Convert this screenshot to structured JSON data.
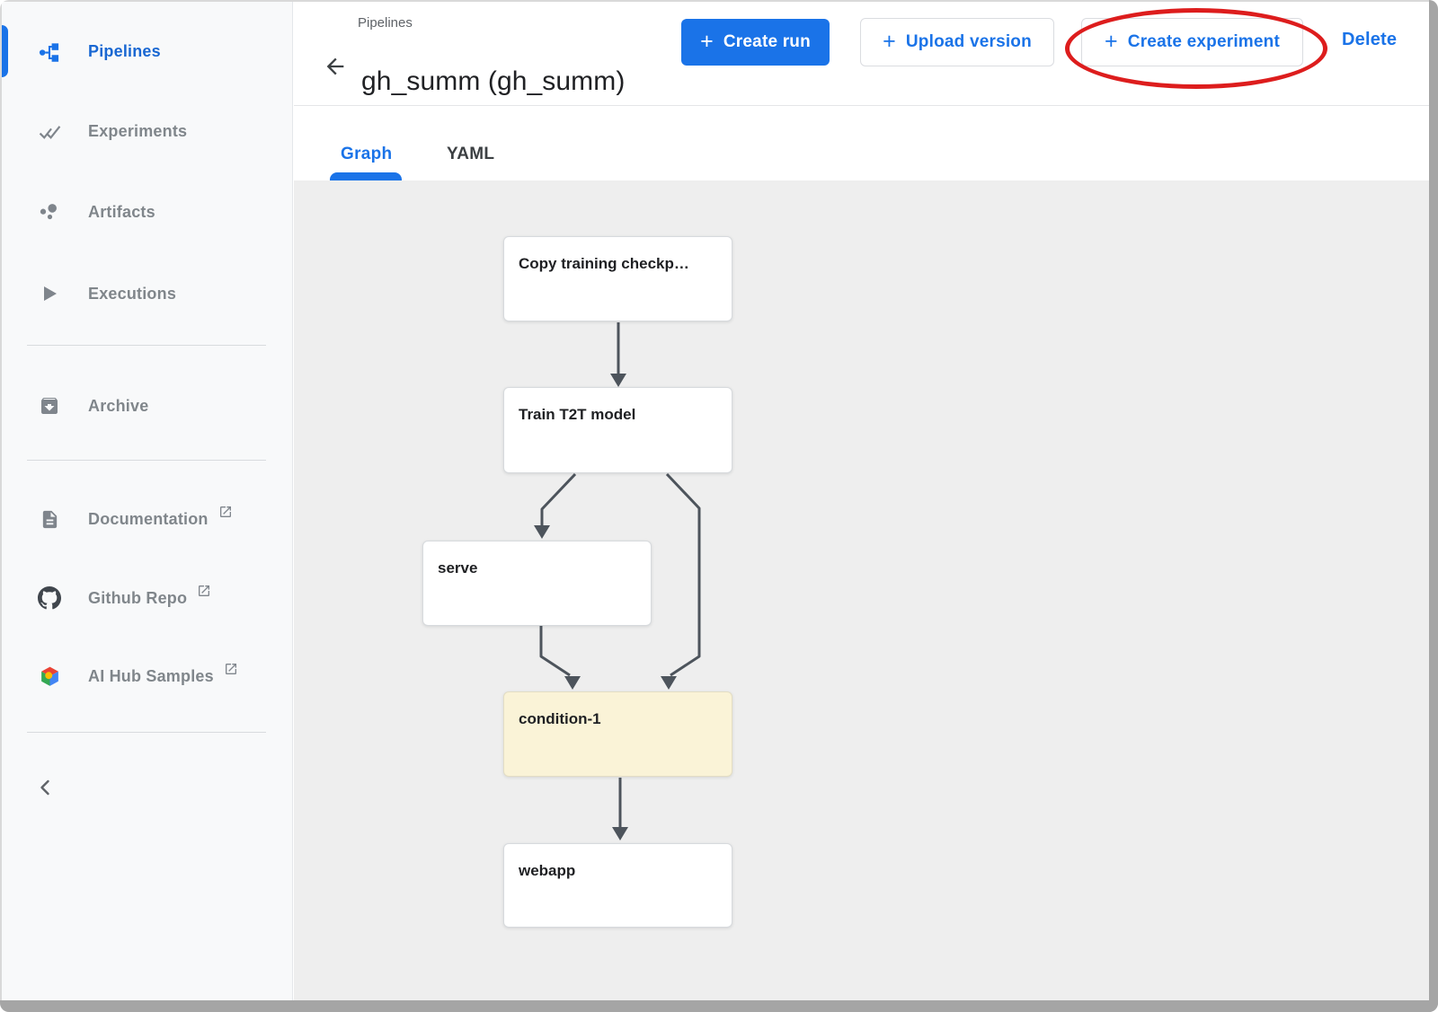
{
  "sidebar": {
    "items": [
      {
        "label": "Pipelines",
        "icon": "pipelines-icon",
        "active": true,
        "external": false
      },
      {
        "label": "Experiments",
        "icon": "experiments-icon",
        "active": false,
        "external": false
      },
      {
        "label": "Artifacts",
        "icon": "artifacts-icon",
        "active": false,
        "external": false
      },
      {
        "label": "Executions",
        "icon": "executions-icon",
        "active": false,
        "external": false
      },
      {
        "label": "Archive",
        "icon": "archive-icon",
        "active": false,
        "external": false
      },
      {
        "label": "Documentation",
        "icon": "document-icon",
        "active": false,
        "external": true
      },
      {
        "label": "Github Repo",
        "icon": "github-icon",
        "active": false,
        "external": true
      },
      {
        "label": "AI Hub Samples",
        "icon": "aihub-icon",
        "active": false,
        "external": true
      }
    ]
  },
  "header": {
    "breadcrumb": "Pipelines",
    "title": "gh_summ (gh_summ)",
    "buttons": {
      "create_run": "Create run",
      "upload_version": "Upload version",
      "create_experiment": "Create experiment",
      "delete": "Delete"
    }
  },
  "tabs": [
    {
      "label": "Graph",
      "active": true
    },
    {
      "label": "YAML",
      "active": false
    }
  ],
  "pipeline_graph": {
    "nodes": [
      {
        "id": "copy-training-checkpoint",
        "label": "Copy training checkp…",
        "kind": "task"
      },
      {
        "id": "train-t2t-model",
        "label": "Train T2T model",
        "kind": "task"
      },
      {
        "id": "serve",
        "label": "serve",
        "kind": "task"
      },
      {
        "id": "condition-1",
        "label": "condition-1",
        "kind": "condition"
      },
      {
        "id": "webapp",
        "label": "webapp",
        "kind": "task"
      }
    ],
    "edges": [
      {
        "from": "copy-training-checkpoint",
        "to": "train-t2t-model"
      },
      {
        "from": "train-t2t-model",
        "to": "serve"
      },
      {
        "from": "train-t2t-model",
        "to": "condition-1"
      },
      {
        "from": "serve",
        "to": "condition-1"
      },
      {
        "from": "condition-1",
        "to": "webapp"
      }
    ]
  },
  "annotation": {
    "shape": "ellipse",
    "color": "#dd1d1d",
    "highlights": "Create experiment"
  },
  "icons": {
    "plus": "+"
  },
  "colors": {
    "accent_blue": "#1a73e8",
    "sidebar_active_blue": "#1967d2",
    "inactive_gray": "#80868b",
    "condition_node_fill": "#faf3d7",
    "graph_background": "#eeeeee",
    "edge_color": "#4d545c",
    "annotation_red": "#dd1d1d"
  }
}
